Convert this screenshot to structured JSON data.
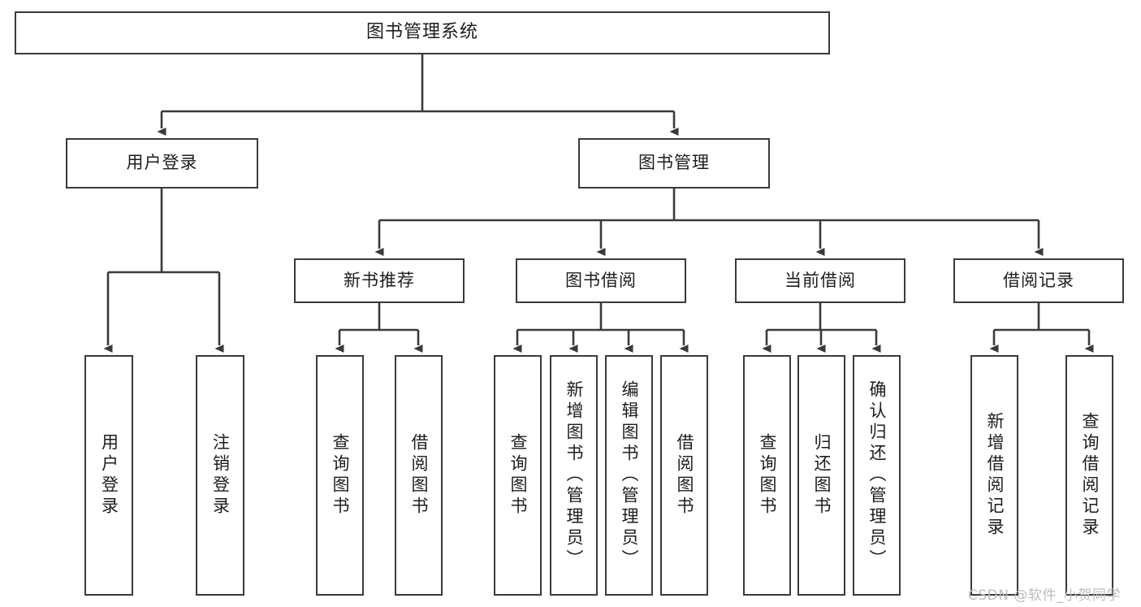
{
  "diagram": {
    "title": "图书管理系统",
    "type": "tree-hierarchy",
    "orientation": "top-down",
    "colors": {
      "node_border": "#3a3a3a",
      "node_fill": "#ffffff",
      "edge": "#3a3a3a",
      "text": "#1d1d1d",
      "watermark": "#bdbdbd",
      "background": "#ffffff"
    }
  },
  "root": {
    "label": "图书管理系统"
  },
  "level2": [
    {
      "id": "user-login",
      "label": "用户登录"
    },
    {
      "id": "book-management",
      "label": "图书管理"
    }
  ],
  "level3": [
    {
      "id": "new-book-recommend",
      "label": "新书推荐",
      "parent": "book-management"
    },
    {
      "id": "book-borrow",
      "label": "图书借阅",
      "parent": "book-management"
    },
    {
      "id": "current-borrow",
      "label": "当前借阅",
      "parent": "book-management"
    },
    {
      "id": "borrow-record",
      "label": "借阅记录",
      "parent": "book-management"
    }
  ],
  "leaves": {
    "user_login": [
      {
        "id": "leaf-user-login",
        "label": "用户登录"
      },
      {
        "id": "leaf-logout-login",
        "label": "注销登录"
      }
    ],
    "new_book_recommend": [
      {
        "id": "leaf-query-book-1",
        "label": "查询图书"
      },
      {
        "id": "leaf-borrow-book-1",
        "label": "借阅图书"
      }
    ],
    "book_borrow": [
      {
        "id": "leaf-query-book-2",
        "label": "查询图书"
      },
      {
        "id": "leaf-add-book",
        "label": "新增图书（管理员）"
      },
      {
        "id": "leaf-edit-book",
        "label": "编辑图书（管理员）"
      },
      {
        "id": "leaf-borrow-book-2",
        "label": "借阅图书"
      }
    ],
    "current_borrow": [
      {
        "id": "leaf-query-book-3",
        "label": "查询图书"
      },
      {
        "id": "leaf-return-book",
        "label": "归还图书"
      },
      {
        "id": "leaf-confirm-return",
        "label": "确认归还（管理员）"
      }
    ],
    "borrow_record": [
      {
        "id": "leaf-add-record",
        "label": "新增借阅记录"
      },
      {
        "id": "leaf-query-record",
        "label": "查询借阅记录"
      }
    ]
  },
  "watermark": {
    "text": "CSDN @软件_小贺同学"
  }
}
